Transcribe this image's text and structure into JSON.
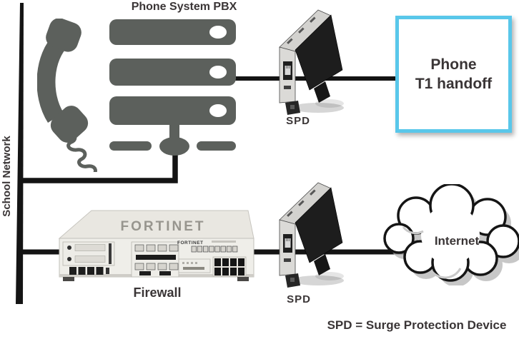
{
  "labels": {
    "pbx": "Phone System PBX",
    "school_network": "School Network",
    "spd_top": "SPD",
    "spd_bottom": "SPD",
    "firewall": "Firewall",
    "firewall_brand": "FORTINET",
    "internet": "Internet",
    "handoff_line1": "Phone",
    "handoff_line2": "T1 handoff",
    "legend": "SPD = Surge Protection Device"
  },
  "colors": {
    "icon-gray": "#5c605c",
    "line-black": "#141414",
    "text-dark": "#3a3536",
    "handoff-cyan": "#59c7ea",
    "chassis": "#efeee9",
    "chassis-top": "#e9e7e1"
  },
  "nodes": [
    {
      "id": "school-network",
      "label": "School Network",
      "type": "network-bus"
    },
    {
      "id": "pbx",
      "label": "Phone System PBX",
      "type": "server-stack-with-phone"
    },
    {
      "id": "spd-top",
      "label": "SPD",
      "type": "surge-protection-device"
    },
    {
      "id": "phone-t1-handoff",
      "label": "Phone T1 handoff",
      "type": "endpoint-box"
    },
    {
      "id": "firewall",
      "label": "Firewall",
      "type": "rack-appliance"
    },
    {
      "id": "spd-bottom",
      "label": "SPD",
      "type": "surge-protection-device"
    },
    {
      "id": "internet",
      "label": "Internet",
      "type": "cloud"
    }
  ],
  "connections": [
    {
      "from": "pbx",
      "to": "school-network"
    },
    {
      "from": "pbx",
      "to": "spd-top"
    },
    {
      "from": "spd-top",
      "to": "phone-t1-handoff"
    },
    {
      "from": "school-network",
      "to": "firewall"
    },
    {
      "from": "firewall",
      "to": "spd-bottom"
    },
    {
      "from": "spd-bottom",
      "to": "internet"
    }
  ]
}
